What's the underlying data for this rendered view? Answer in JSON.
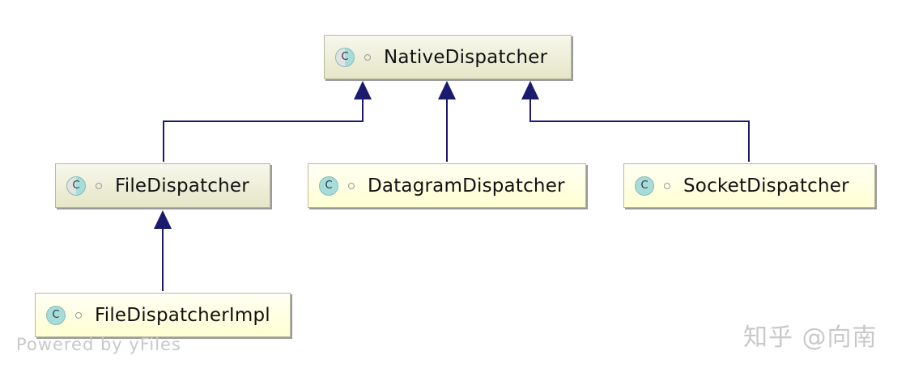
{
  "diagram": {
    "nodes": [
      {
        "id": "native",
        "label": "NativeDispatcher",
        "icon_letter": "C",
        "icon": "abstract-class-icon",
        "visibility": "package-private"
      },
      {
        "id": "file",
        "label": "FileDispatcher",
        "icon_letter": "C",
        "icon": "abstract-class-icon",
        "visibility": "package-private"
      },
      {
        "id": "datagram",
        "label": "DatagramDispatcher",
        "icon_letter": "C",
        "icon": "class-icon",
        "visibility": "package-private"
      },
      {
        "id": "socket",
        "label": "SocketDispatcher",
        "icon_letter": "C",
        "icon": "class-icon",
        "visibility": "package-private"
      },
      {
        "id": "fileimpl",
        "label": "FileDispatcherImpl",
        "icon_letter": "C",
        "icon": "class-icon",
        "visibility": "package-private"
      }
    ],
    "edges": [
      {
        "from": "file",
        "to": "native",
        "type": "extends"
      },
      {
        "from": "datagram",
        "to": "native",
        "type": "extends"
      },
      {
        "from": "socket",
        "to": "native",
        "type": "extends"
      },
      {
        "from": "fileimpl",
        "to": "file",
        "type": "extends"
      }
    ]
  },
  "footer": {
    "credit": "Powered by yFiles",
    "watermark": "知乎 @向南"
  },
  "colors": {
    "node_fill": "#ffffd2",
    "node_border": "#b8b8a0",
    "edge": "#1a1a6e",
    "class_icon": "#a6dcda"
  }
}
